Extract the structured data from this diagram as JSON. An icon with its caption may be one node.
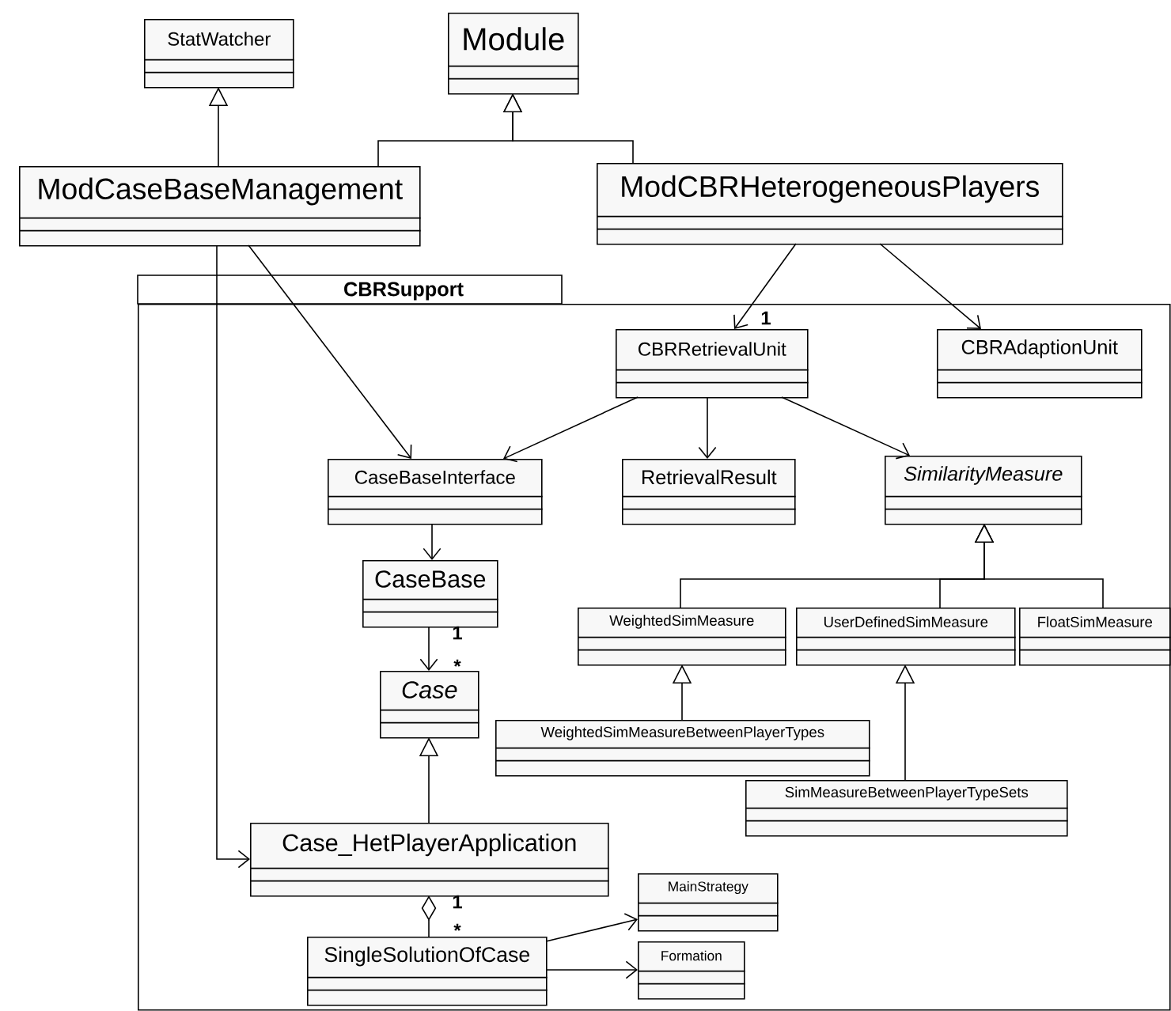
{
  "diagram": {
    "nodes": [
      {
        "text": [
          "StatWatcher"
        ]
      },
      {
        "text": [
          "Module"
        ]
      },
      {
        "text": [
          "ModCaseBaseManagement"
        ]
      },
      {
        "text": [
          "ModCBRHeterogeneousPlayers"
        ]
      },
      {
        "text": [
          "CBRSupport"
        ]
      },
      {
        "text": [
          "CBRRetrievalUnit"
        ],
        "in": 4
      },
      {
        "text": [
          "CBRAdaptionUnit"
        ],
        "in": 4
      },
      {
        "text": [
          "CaseBaseInterface"
        ],
        "in": 4
      },
      {
        "text": [
          "RetrievalResult"
        ],
        "in": 4
      },
      {
        "text": [
          "SimilarityMeasure"
        ],
        "in": 4
      },
      {
        "text": [
          "CaseBase"
        ],
        "in": 4
      },
      {
        "text": [
          "WeightedSimMeasure"
        ],
        "in": 4
      },
      {
        "text": [
          "UserDefinedSimMeasure"
        ],
        "in": 4
      },
      {
        "text": [
          "FloatSimMeasure"
        ],
        "in": 4
      },
      {
        "text": [
          "Case"
        ],
        "in": 4
      },
      {
        "text": [
          "WeightedSimMeasureBetweenPlayerTypes"
        ],
        "in": 4
      },
      {
        "text": [
          "SimMeasureBetweenPlayerTypeSets"
        ],
        "in": 4
      },
      {
        "text": [
          "Case_HetPlayerApplication"
        ],
        "in": 4
      },
      {
        "text": [
          "MainStrategy"
        ],
        "in": 4
      },
      {
        "text": [
          "SingleSolutionOfCase"
        ],
        "in": 4
      },
      {
        "text": [
          "Formation"
        ],
        "in": 4
      }
    ],
    "edges": [
      {
        "from": 2,
        "to": 0,
        "arrow": "to"
      },
      {
        "from": 2,
        "to": 1,
        "arrow": "to"
      },
      {
        "from": 3,
        "to": 1,
        "arrow": "to"
      },
      {
        "from": 2,
        "to": 7,
        "arrow": "to"
      },
      {
        "from": 2,
        "to": 17,
        "arrow": "to"
      },
      {
        "from": 3,
        "to": 5,
        "arrow": "to"
      },
      {
        "from": 3,
        "to": 6,
        "arrow": "to"
      },
      {
        "from": 5,
        "to": 7,
        "arrow": "to"
      },
      {
        "from": 5,
        "to": 8,
        "arrow": "to"
      },
      {
        "from": 5,
        "to": 9,
        "arrow": "to"
      },
      {
        "from": 7,
        "to": 10,
        "arrow": "to"
      },
      {
        "from": 10,
        "to": 14,
        "arrow": "to"
      },
      {
        "from": 11,
        "to": 9,
        "arrow": "to"
      },
      {
        "from": 12,
        "to": 9,
        "arrow": "to"
      },
      {
        "from": 13,
        "to": 9,
        "arrow": "to"
      },
      {
        "from": 15,
        "to": 11,
        "arrow": "to"
      },
      {
        "from": 16,
        "to": 12,
        "arrow": "to"
      },
      {
        "from": 17,
        "to": 14,
        "arrow": "to"
      },
      {
        "from": 17,
        "to": 19,
        "arrow": "other"
      },
      {
        "from": 19,
        "to": 18,
        "arrow": "to"
      },
      {
        "from": 19,
        "to": 20,
        "arrow": "to"
      }
    ],
    "labels": [
      "1",
      "1",
      "*",
      "1",
      "*"
    ]
  }
}
